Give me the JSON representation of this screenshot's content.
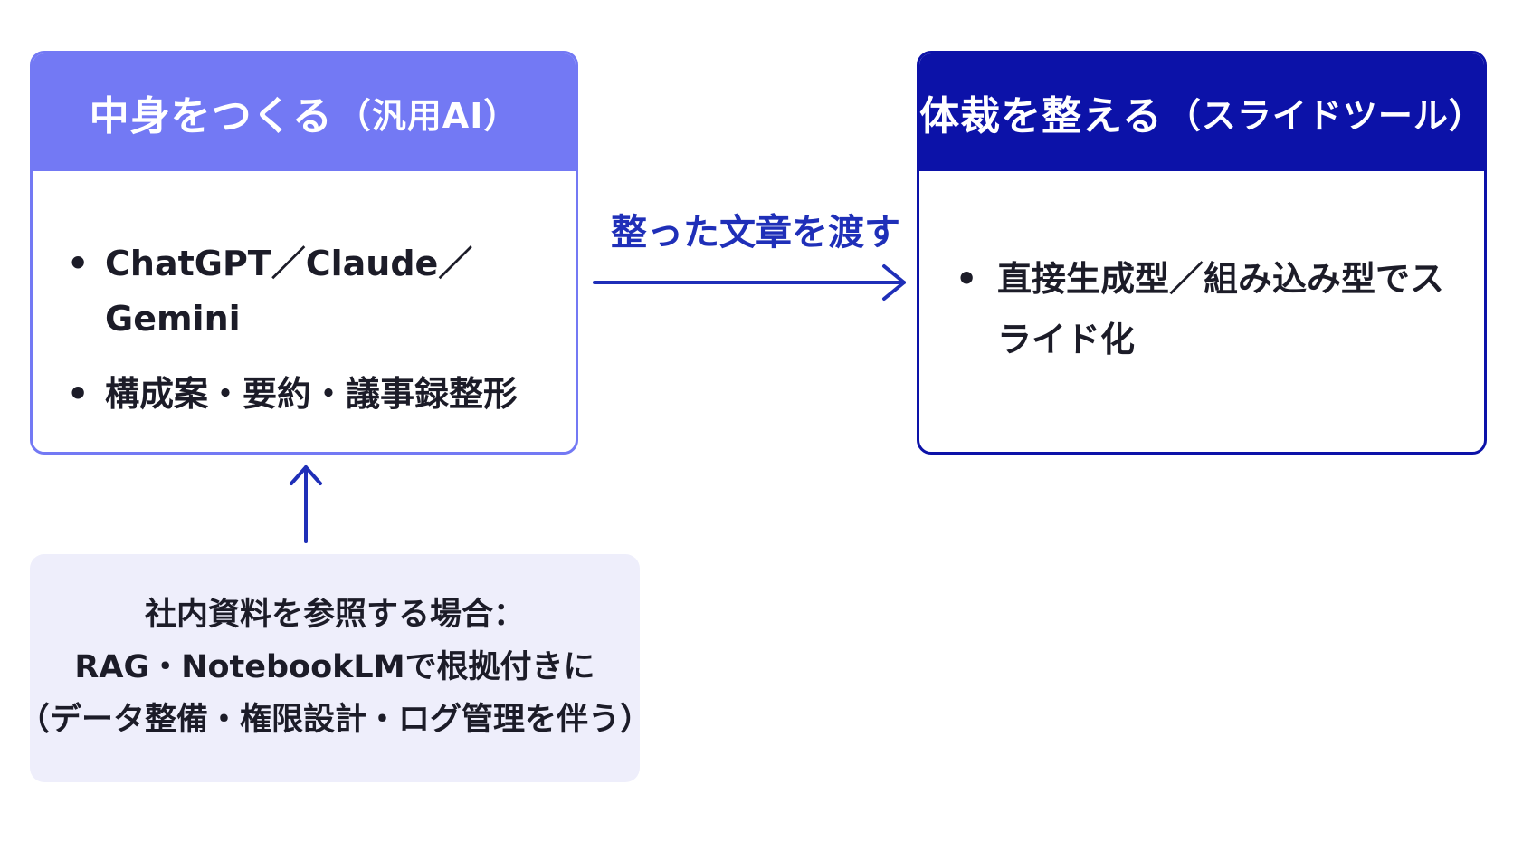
{
  "left_box": {
    "title": "中身をつくる",
    "title_paren": "（汎用AI）",
    "bullet_symbol": "•",
    "items": [
      "ChatGPT／Claude／Gemini",
      "構成案・要約・議事録整形"
    ]
  },
  "right_box": {
    "title": "体裁を整える",
    "title_paren": "（スライドツール）",
    "bullet_symbol": "•",
    "items": [
      "直接生成型／組み込み型でスライド化"
    ]
  },
  "flow": {
    "label": "整った文章を渡す"
  },
  "note": {
    "lines": [
      "社内資料を参照する場合：",
      "RAG・NotebookLMで根拠付きに",
      "（データ整備・権限設計・ログ管理を伴う）"
    ]
  },
  "colors": {
    "left_accent": "#7379f4",
    "right_accent": "#0c12a8",
    "arrow": "#1f2fb8",
    "note_bg": "#eeeefb",
    "text": "#1c1c28"
  }
}
